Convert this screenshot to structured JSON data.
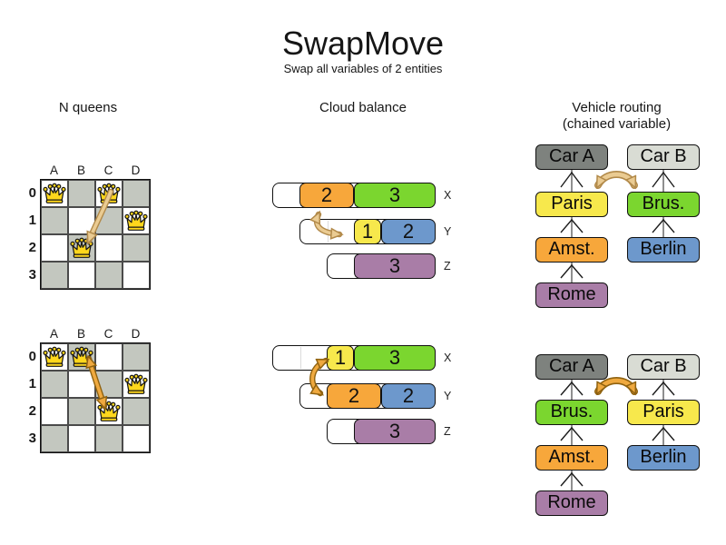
{
  "header": {
    "title": "SwapMove",
    "subtitle": "Swap all variables of 2 entities"
  },
  "colors": {
    "orange": "#F7A73B",
    "green": "#7BD62F",
    "yellow": "#F7E84C",
    "blue": "#6D98CC",
    "purple": "#A97DA7",
    "car_a_gray": "#7E827E",
    "car_b_gray": "#D9DCD4",
    "board_gray": "#C3C7BF",
    "queen_gold": "#FFD71C",
    "arrow_before_fill": "#EACB92",
    "arrow_before_outline": "#B28A4A",
    "arrow_after_fill": "#EFA93F",
    "arrow_after_outline": "#8F6210"
  },
  "nqueens": {
    "title": "N queens",
    "column_labels": [
      "A",
      "B",
      "C",
      "D"
    ],
    "row_labels": [
      "0",
      "1",
      "2",
      "3"
    ],
    "before_queens": [
      {
        "col": 0,
        "row": 0
      },
      {
        "col": 2,
        "row": 0
      },
      {
        "col": 3,
        "row": 1
      },
      {
        "col": 1,
        "row": 2
      }
    ],
    "after_queens": [
      {
        "col": 0,
        "row": 0
      },
      {
        "col": 1,
        "row": 0
      },
      {
        "col": 3,
        "row": 1
      },
      {
        "col": 2,
        "row": 2
      }
    ]
  },
  "cloud": {
    "title": "Cloud balance",
    "before_rows": [
      {
        "label": "X",
        "capacity": 6,
        "blocks": [
          {
            "value": "2",
            "color": "orange"
          },
          {
            "value": "3",
            "color": "green"
          }
        ]
      },
      {
        "label": "Y",
        "capacity": 5,
        "blocks": [
          {
            "value": "1",
            "color": "yellow"
          },
          {
            "value": "2",
            "color": "blue"
          }
        ]
      },
      {
        "label": "Z",
        "capacity": 4,
        "blocks": [
          {
            "value": "3",
            "color": "purple"
          }
        ]
      }
    ],
    "after_rows": [
      {
        "label": "X",
        "capacity": 6,
        "blocks": [
          {
            "value": "1",
            "color": "yellow"
          },
          {
            "value": "3",
            "color": "green"
          }
        ]
      },
      {
        "label": "Y",
        "capacity": 5,
        "blocks": [
          {
            "value": "2",
            "color": "orange"
          },
          {
            "value": "2",
            "color": "blue"
          }
        ]
      },
      {
        "label": "Z",
        "capacity": 4,
        "blocks": [
          {
            "value": "3",
            "color": "purple"
          }
        ]
      }
    ]
  },
  "vehicle": {
    "title": "Vehicle routing",
    "subtitle": "(chained variable)",
    "before_chains": [
      {
        "nodes": [
          {
            "label": "Car A",
            "color": "car_a_gray"
          },
          {
            "label": "Paris",
            "color": "yellow"
          },
          {
            "label": "Amst.",
            "color": "orange"
          },
          {
            "label": "Rome",
            "color": "purple"
          }
        ]
      },
      {
        "nodes": [
          {
            "label": "Car B",
            "color": "car_b_gray"
          },
          {
            "label": "Brus.",
            "color": "green"
          },
          {
            "label": "Berlin",
            "color": "blue"
          }
        ]
      }
    ],
    "after_chains": [
      {
        "nodes": [
          {
            "label": "Car A",
            "color": "car_a_gray"
          },
          {
            "label": "Brus.",
            "color": "green"
          },
          {
            "label": "Amst.",
            "color": "orange"
          },
          {
            "label": "Rome",
            "color": "purple"
          }
        ]
      },
      {
        "nodes": [
          {
            "label": "Car B",
            "color": "car_b_gray"
          },
          {
            "label": "Paris",
            "color": "yellow"
          },
          {
            "label": "Berlin",
            "color": "blue"
          }
        ]
      }
    ]
  }
}
